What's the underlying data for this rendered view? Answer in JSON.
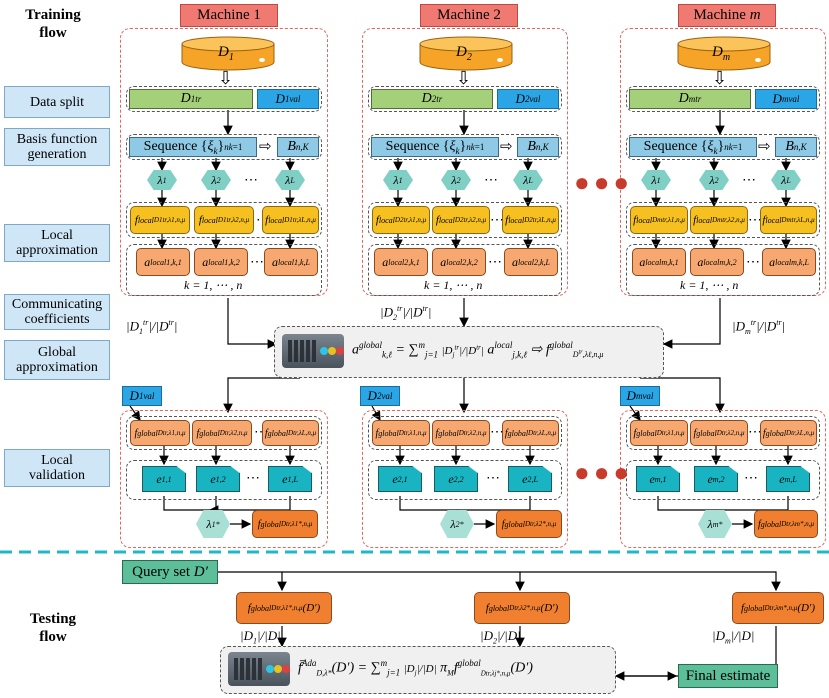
{
  "sections": {
    "training": "Training flow",
    "testing": "Testing flow"
  },
  "side_labels": [
    "Data split",
    "Basis function generation",
    "Local approximation",
    "Communicating coefficients",
    "Global approximation",
    "Local validation"
  ],
  "machines": [
    {
      "title": "Machine 1",
      "data": "D1",
      "train": "D1tr",
      "val": "D1val",
      "lambdas": [
        "λ1",
        "λ2",
        "λL"
      ],
      "local_f": [
        "f local D1tr,λ1,n,μ",
        "f local D1tr,λ2,n,μ",
        "f local D1tr,λL,n,μ"
      ],
      "coef": [
        "a local 1,k,1",
        "a local 1,k,2",
        "a local 1,k,L"
      ],
      "ratio": "|D1tr|/|Dtr|",
      "gval": "D1val",
      "global_f": [
        "f global Dtr,λ1,n,μ",
        "f global Dtr,λ2,n,μ",
        "f global Dtr,λL,n,μ"
      ],
      "errors": [
        "e1,1",
        "e1,2",
        "e1,L"
      ],
      "best": "λ1*",
      "best_f": "f global Dtr,λ1*,n,μ",
      "test_f": "f global Dtr,λ1*,n,μ (D′)",
      "test_ratio": "|D1|/|D|"
    },
    {
      "title": "Machine 2",
      "data": "D2",
      "train": "D2tr",
      "val": "D2val",
      "lambdas": [
        "λ1",
        "λ2",
        "λL"
      ],
      "local_f": [
        "f local D2tr,λ1,n,μ",
        "f local D2tr,λ2,n,μ",
        "f local D2tr,λL,n,μ"
      ],
      "coef": [
        "a local 2,k,1",
        "a local 2,k,2",
        "a local 2,k,L"
      ],
      "ratio": "|D2tr|/|Dtr|",
      "gval": "D2val",
      "global_f": [
        "f global Dtr,λ1,n,μ",
        "f global Dtr,λ2,n,μ",
        "f global Dtr,λL,n,μ"
      ],
      "errors": [
        "e2,1",
        "e2,2",
        "e2,L"
      ],
      "best": "λ2*",
      "best_f": "f global Dtr,λ2*,n,μ",
      "test_f": "f global Dtr,λ2*,n,μ (D′)",
      "test_ratio": "|D2|/|D|"
    },
    {
      "title": "Machine m",
      "data": "Dm",
      "train": "Dmtr",
      "val": "Dmval",
      "lambdas": [
        "λ1",
        "λ2",
        "λL"
      ],
      "local_f": [
        "f local Dmtr,λ1,n,μ",
        "f local Dmtr,λ2,n,μ",
        "f local Dmtr,λL,n,μ"
      ],
      "coef": [
        "a local m,k,1",
        "a local m,k,2",
        "a local m,k,L"
      ],
      "ratio": "|Dmtr|/|Dtr|",
      "gval": "Dmval",
      "global_f": [
        "f global Dtr,λ1,n,μ",
        "f global Dtr,λ2,n,μ",
        "f global Dtr,λL,n,μ"
      ],
      "errors": [
        "em,1",
        "em,2",
        "em,L"
      ],
      "best": "λm*",
      "best_f": "f global Dtr,λm*,n,μ",
      "test_f": "f global Dtr,λm*,n,μ (D′)",
      "test_ratio": "|Dm|/|D|"
    }
  ],
  "sequence": "Sequence {ξk}nk=1",
  "basis": "Bn,K",
  "k_range": "k = 1, ⋯ , n",
  "ellipsis": "⋯",
  "global_formula": "a global k,ℓ = Σj=1..m |Djtr|/|Dtr| a local j,k,ℓ ⇨ f global Dtr,λℓ,n,μ",
  "query": "Query set D′",
  "final_formula": "f̄ Ada D,λ* (D′) = Σj=1..m |Dj|/|D| πM f global Dtr,λj*,n,μ (D′)",
  "final": "Final estimate",
  "colors": {
    "machine": "#f07a72",
    "frame": "#e5645e",
    "divider": "#1fb8c8",
    "final": "#5dbf9a"
  }
}
